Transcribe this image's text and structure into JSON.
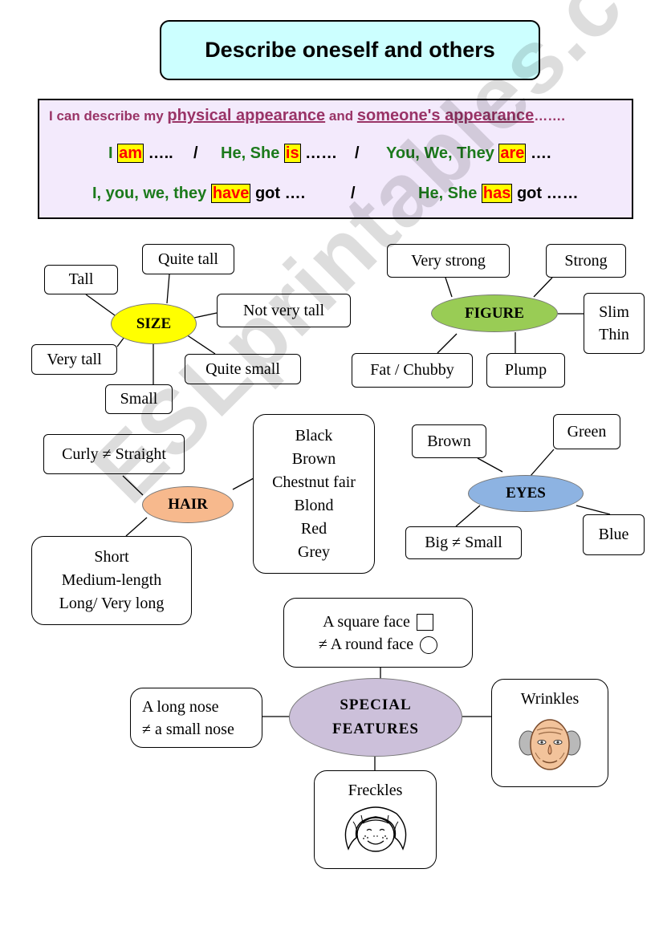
{
  "title": "Describe oneself and others",
  "intro": {
    "line1_a": "I can describe my ",
    "line1_b": "physical appearance",
    "line1_c": " and ",
    "line1_d": "someone's appearance",
    "line1_e": "…….",
    "r1_i": "I ",
    "r1_am": "am",
    "r1_dots1": " …..",
    "slash": "/",
    "r1_heshe": "He, She ",
    "r1_is": "is",
    "r1_dots2": " ……",
    "r1_you": "You, We, They ",
    "r1_are": "are",
    "r1_dots3": " ….",
    "r2_i": "I, you, we, they ",
    "r2_have": "have",
    "r2_got1": " got ….",
    "r2_heshe": "He, She ",
    "r2_has": "has",
    "r2_got2": " got ……"
  },
  "size": {
    "label": "SIZE",
    "tall": "Tall",
    "quite_tall": "Quite tall",
    "not_very_tall": "Not very tall",
    "very_tall": "Very tall",
    "quite_small": "Quite small",
    "small": "Small"
  },
  "figure": {
    "label": "FIGURE",
    "very_strong": "Very strong",
    "strong": "Strong",
    "slim": "Slim",
    "thin": "Thin",
    "fat": "Fat / Chubby",
    "plump": "Plump"
  },
  "hair": {
    "label": "HAIR",
    "curly": "Curly  ≠ Straight",
    "colors": [
      "Black",
      "Brown",
      "Chestnut fair",
      "Blond",
      "Red",
      "Grey"
    ],
    "lengths": [
      "Short",
      "Medium-length",
      "Long/ Very long"
    ]
  },
  "eyes": {
    "label": "EYES",
    "brown": "Brown",
    "green": "Green",
    "big_small": "Big ≠ Small",
    "blue": "Blue"
  },
  "special": {
    "label1": "SPECIAL",
    "label2": "FEATURES",
    "square_face": "A square face",
    "round_face": "≠ A round face",
    "long_nose": "A long nose",
    "small_nose": "≠ a small nose",
    "wrinkles": "Wrinkles",
    "freckles": "Freckles"
  },
  "watermark": "ESLprintables.com",
  "colors": {
    "title_bg": "#ccffff",
    "intro_bg": "#f3eafc",
    "size_oval": "#ffff00",
    "figure_oval": "#99cc55",
    "hair_oval": "#f7b98d",
    "eyes_oval": "#8db3e2",
    "special_oval": "#ccc0da"
  }
}
